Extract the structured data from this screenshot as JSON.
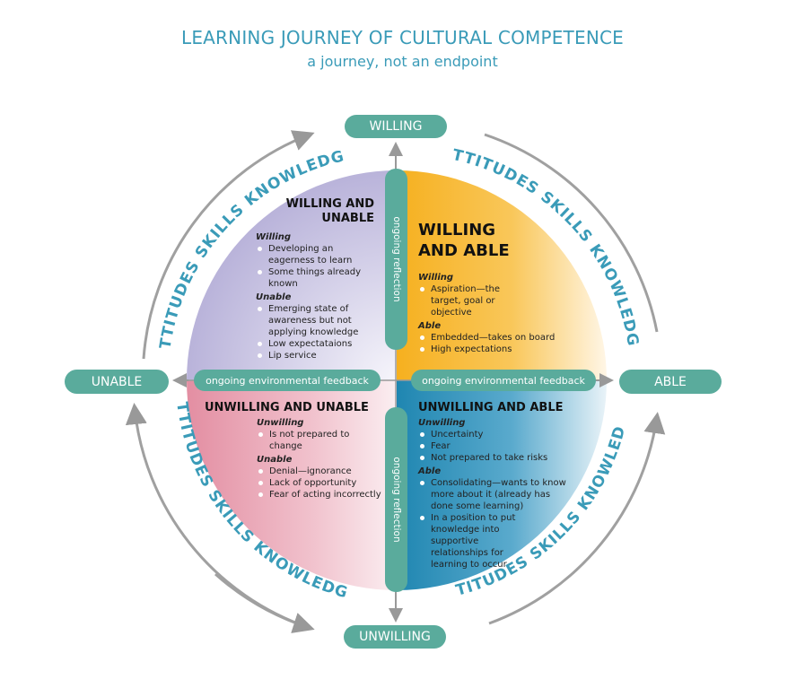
{
  "header": {
    "title": "LEARNING JOURNEY OF CULTURAL COMPETENCE",
    "subtitle": "a journey, not an endpoint"
  },
  "axes": {
    "top": "WILLING",
    "bottom": "UNWILLING",
    "left": "UNABLE",
    "right": "ABLE"
  },
  "connectors": {
    "reflection": "ongoing reflection",
    "feedback": "ongoing environmental feedback"
  },
  "arc_label": "ATTITUDES SKILLS KNOWLEDGE",
  "colors": {
    "accent": "#3a9bb8",
    "pill": "#5aab9c",
    "arrow": "#999999",
    "willing_unable": "#b9b3da",
    "willing_able": "#f6b01f",
    "unwilling_unable": "#e69aab",
    "unwilling_able": "#2f8fb8"
  },
  "quadrants": {
    "willing_unable": {
      "title": "WILLING AND UNABLE",
      "sections": [
        {
          "heading": "Willing",
          "items": [
            "Developing an eagerness to learn",
            "Some things already known"
          ]
        },
        {
          "heading": "Unable",
          "items": [
            "Emerging state of awareness but not applying knowledge",
            "Low expectataions",
            "Lip service"
          ]
        }
      ]
    },
    "willing_able": {
      "title": "WILLING AND ABLE",
      "sections": [
        {
          "heading": "Willing",
          "items": [
            "Aspiration—the target, goal or objective"
          ]
        },
        {
          "heading": "Able",
          "items": [
            "Embedded—takes on board",
            "High expectations"
          ]
        }
      ]
    },
    "unwilling_unable": {
      "title": "UNWILLING AND UNABLE",
      "sections": [
        {
          "heading": "Unwilling",
          "items": [
            "Is not prepared to change"
          ]
        },
        {
          "heading": "Unable",
          "items": [
            "Denial—ignorance",
            "Lack of opportunity",
            "Fear of acting incorrectly"
          ]
        }
      ]
    },
    "unwilling_able": {
      "title": "UNWILLING AND ABLE",
      "sections": [
        {
          "heading": "Unwilling",
          "items": [
            "Uncertainty",
            "Fear",
            "Not prepared to take risks"
          ]
        },
        {
          "heading": "Able",
          "items": [
            "Consolidating—wants to know more about it (already has done some learning)",
            "In a position to put knowledge into supportive relationships for learning to occur"
          ]
        }
      ]
    }
  }
}
